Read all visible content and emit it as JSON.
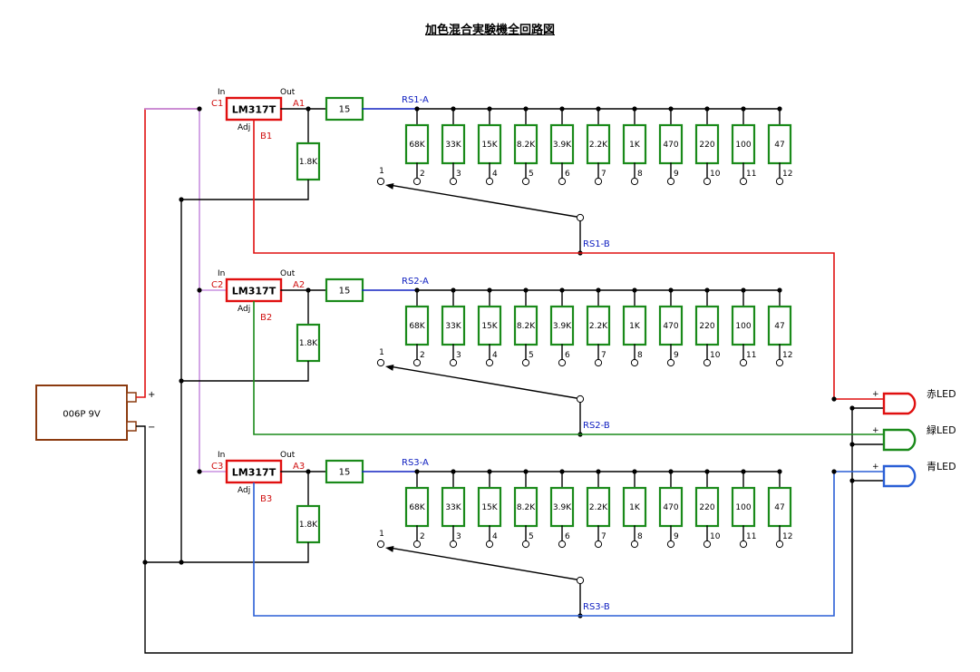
{
  "title": "加色混合実験機全回路図",
  "colors": {
    "wire": "#000000",
    "red": "#e01010",
    "green": "#1a8a1a",
    "blue": "#2a5fd6",
    "violet": "#c890e0",
    "battery": "#8b3a0f",
    "label_blue": "#1020c0",
    "label_red": "#d01010",
    "resistor": "#1a8a1a",
    "regulator": "#e01010"
  },
  "battery": {
    "label": "006P  9V",
    "plus": "+",
    "minus": "−"
  },
  "regulator": {
    "label": "LM317T",
    "in": "In",
    "out": "Out",
    "adj": "Adj"
  },
  "adj_resistor": "1.8K",
  "series_resistor": "15",
  "ladder_resistors": [
    "68K",
    "33K",
    "15K",
    "8.2K",
    "3.9K",
    "2.2K",
    "1K",
    "470",
    "220",
    "100",
    "47"
  ],
  "switch_positions": [
    "1",
    "2",
    "3",
    "4",
    "5",
    "6",
    "7",
    "8",
    "9",
    "10",
    "11",
    "12"
  ],
  "stages": [
    {
      "c": "C1",
      "a": "A1",
      "b": "B1",
      "rs_a": "RS1-A",
      "rs_b": "RS1-B"
    },
    {
      "c": "C2",
      "a": "A2",
      "b": "B2",
      "rs_a": "RS2-A",
      "rs_b": "RS2-B"
    },
    {
      "c": "C3",
      "a": "A3",
      "b": "B3",
      "rs_a": "RS3-A",
      "rs_b": "RS3-B"
    }
  ],
  "leds": [
    {
      "label": "赤LED",
      "plus": "+",
      "color": "red"
    },
    {
      "label": "緑LED",
      "plus": "+",
      "color": "green"
    },
    {
      "label": "青LED",
      "plus": "+",
      "color": "blue"
    }
  ]
}
